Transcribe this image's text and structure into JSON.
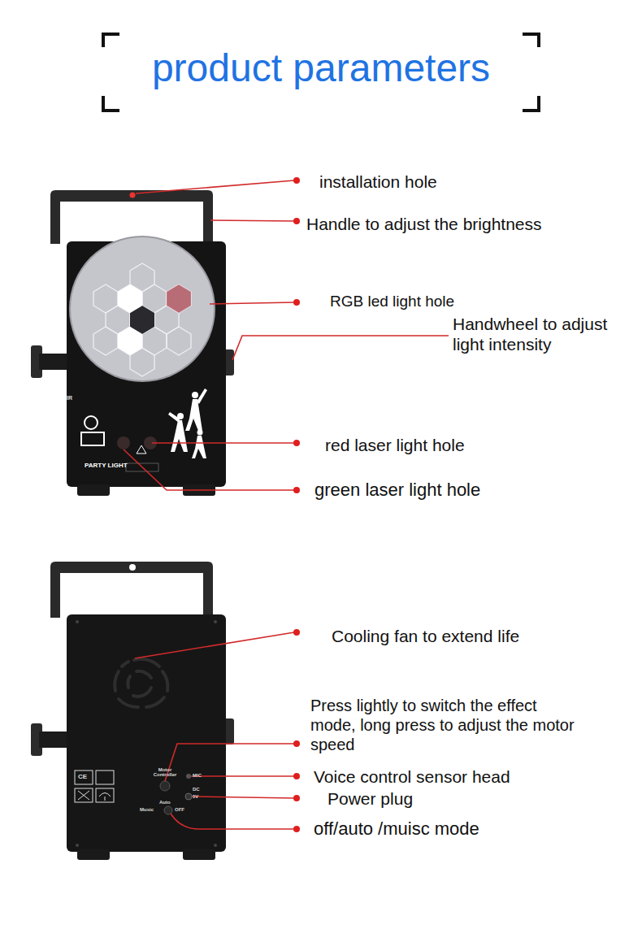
{
  "diagram": {
    "title": "product parameters",
    "labels": [
      "installation hole",
      "Handle to adjust the brightness",
      "RGB led light hole",
      "Handwheel to adjust light intensity",
      "red laser light hole",
      "green laser light hole",
      "Cooling fan to extend life",
      "Press lightly to switch the effect mode, long press to adjust the motor speed",
      "Voice control sensor head",
      "Power plug",
      "off/auto /muisc mode",
      "IR",
      "PARTY LIGHT",
      "Motor Controller",
      "MIC",
      "DC",
      "5V",
      "Auto",
      "Music",
      "OFF",
      "CE"
    ]
  }
}
